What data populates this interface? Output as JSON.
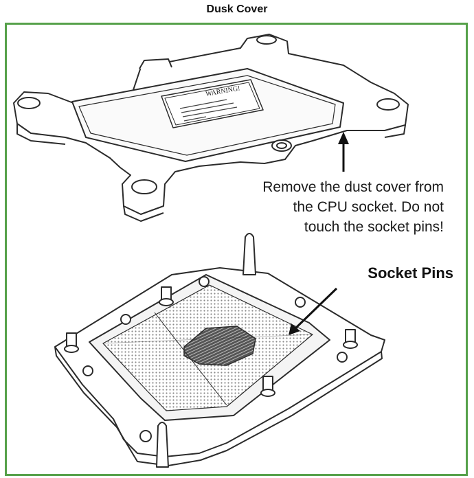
{
  "title": "Dusk Cover",
  "instruction_lines": [
    "Remove the dust cover from",
    "the CPU socket.  Do not",
    "touch the socket pins!"
  ],
  "socket_pins_label": "Socket Pins",
  "warning_label_text": "WARNING!",
  "colors": {
    "frame_border": "#56a14a",
    "line_art": "#2b2b2b",
    "pin_field": "#d9d9d9"
  }
}
